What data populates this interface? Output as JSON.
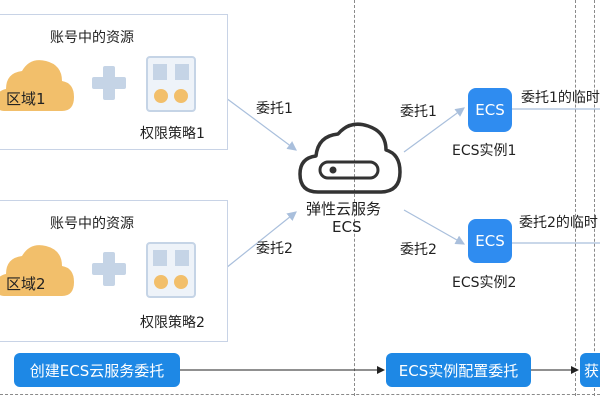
{
  "account_panels": [
    {
      "title": "账号中的资源",
      "region_label": "区域1",
      "policy_label": "权限策略1"
    },
    {
      "title": "账号中的资源",
      "region_label": "区域2",
      "policy_label": "权限策略2"
    }
  ],
  "delegation_left": [
    "委托1",
    "委托2"
  ],
  "service": {
    "line1": "弹性云服务",
    "line2": "ECS"
  },
  "delegation_right": [
    "委托1",
    "委托2"
  ],
  "instances": [
    {
      "icon_text": "ECS",
      "label": "ECS实例1",
      "cut_label": "委托1的临时"
    },
    {
      "icon_text": "ECS",
      "label": "ECS实例2",
      "cut_label": "委托2的临时"
    }
  ],
  "steps": [
    {
      "label": "创建ECS云服务委托"
    },
    {
      "label": "ECS实例配置委托"
    },
    {
      "label": "获"
    }
  ],
  "icons": [
    "cloud-icon",
    "plus-icon",
    "policy-document-icon",
    "cloud-service-icon"
  ],
  "colors": {
    "accent_blue": "#2f8cf0",
    "button_blue": "#1e88e5",
    "cloud_orange": "#f2bf6b",
    "panel_border": "#c8d3e6",
    "plus_gray": "#c5d4e6"
  }
}
